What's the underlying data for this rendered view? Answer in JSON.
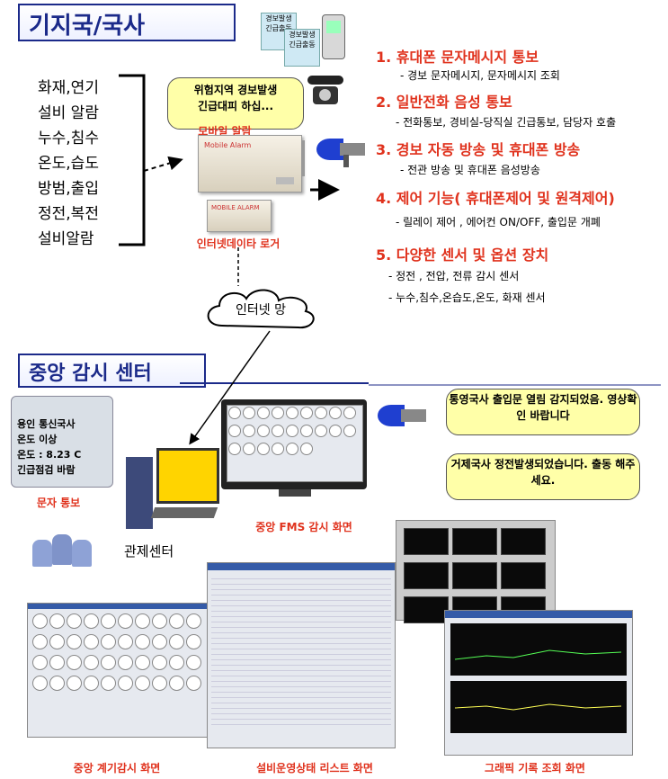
{
  "headers": {
    "site": "기지국/국사",
    "center": "중앙 감시 센터"
  },
  "sensors": [
    "화재,연기",
    "설비 알람",
    "누수,침수",
    "온도,습도",
    "방범,출입",
    "정전,복전",
    "설비알람"
  ],
  "alarm_bubble": "위험지역 경보발생\n긴급대피 하십...",
  "mobile_alarm_label": "모바일 알람",
  "mobile_alarm_device_text": "Mobile Alarm",
  "logger_device_text": "MOBILE ALARM",
  "logger_label": "인터넷데이타 로거",
  "phone_cards": [
    "경보발생\n긴급출동",
    "경보발생\n긴급출동"
  ],
  "features": [
    {
      "title": "1. 휴대폰 문자메시지 통보",
      "desc": "- 경보 문자메시지, 문자메시지 조회"
    },
    {
      "title": "2. 일반전화 음성 통보",
      "desc": "- 전화통보, 경비실-당직실 긴급통보, 담당자 호출"
    },
    {
      "title": "3. 경보 자동 방송 및 휴대폰 방송",
      "desc": "- 전관 방송 및 휴대폰 음성방송"
    },
    {
      "title": "4. 제어 기능( 휴대폰제어 및 원격제어)",
      "desc": "- 릴레이 제어 , 에어컨 ON/OFF, 출입문 개폐"
    },
    {
      "title": "5. 다양한 센서 및 옵션 장치",
      "desc": "- 정전 , 전압, 전류 감시 센서",
      "desc2": "- 누수,침수,온습도,온도, 화재 센서"
    }
  ],
  "internet_cloud": "인터넷 망",
  "sms_phone": [
    "용인 통신국사",
    "온도 이상",
    "온도 : 8.23 C",
    "긴급점검 바람"
  ],
  "sms_label": "문자 통보",
  "control_center": "관제센터",
  "fms_label": "중앙 FMS 감시 화면",
  "center_bubble1": "통영국사 출입문 열림 감지되었음. 영상확인 바랍니다",
  "center_bubble2": "거제국사 정전발생되었습니다. 출동 해주세요.",
  "bottom_labels": [
    "중앙 계기감시 화면",
    "설비운영상태 리스트 화면",
    "그래픽 기록 조회 화면"
  ],
  "colors": {
    "accent_red": "#e0321d",
    "header_blue": "#1b2a8a",
    "bubble_yellow": "#ffffa8"
  }
}
